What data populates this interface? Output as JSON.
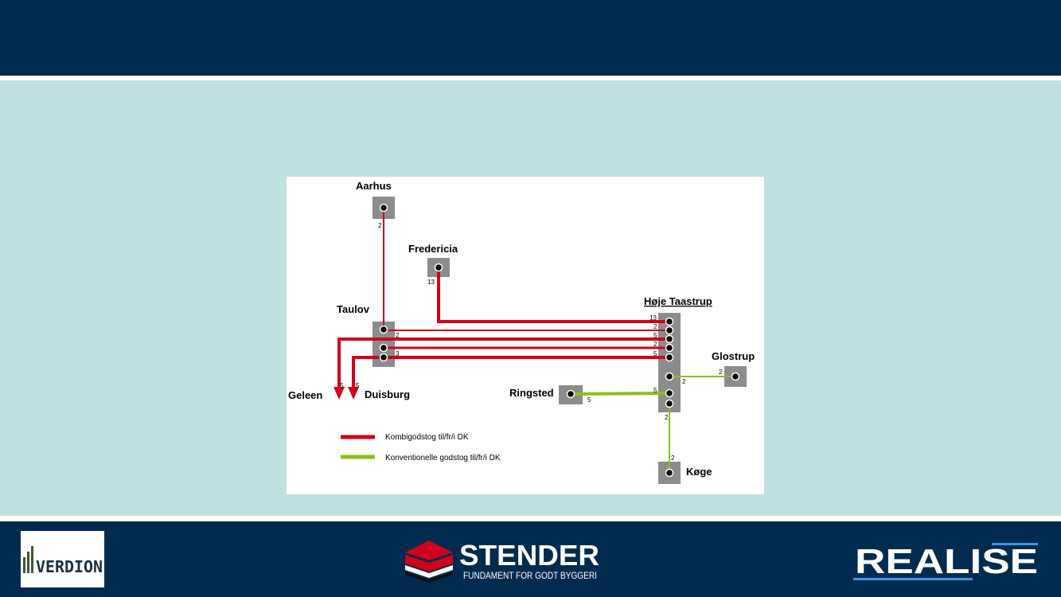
{
  "diagram": {
    "stations": {
      "aarhus": "Aarhus",
      "fredericia": "Fredericia",
      "taulov": "Taulov",
      "hoje_taastrup": "Høje Taastrup",
      "glostrup": "Glostrup",
      "ringsted": "Ringsted",
      "koge": "Køge",
      "geleen": "Geleen",
      "duisburg": "Duisburg"
    },
    "counts": {
      "aarhus": "2",
      "fredericia": "13",
      "taulov_top": "2",
      "taulov_bottom": "3",
      "ht_1": "13",
      "ht_2": "2",
      "ht_3": "5",
      "ht_4": "2",
      "ht_5": "5",
      "geleen": "5",
      "duisburg": "5",
      "glostrup_near": "2",
      "glostrup_far": "2",
      "ringsted_near": "5",
      "ringsted_far": "5",
      "koge_near": "2",
      "koge_far": "2"
    },
    "legend": {
      "combi": "Kombigodstog til/fr/i DK",
      "conventional": "Konventionelle godstog til/fr/i DK"
    },
    "colors": {
      "combi": "#d0021b",
      "conventional": "#8cbf1a",
      "station_box": "#8c8c8c"
    }
  },
  "logos": {
    "verdion": "VERDION",
    "stender": "STENDER",
    "stender_tagline": "FUNDAMENT FOR GODT BYGGERI",
    "realise": "REALISE"
  }
}
